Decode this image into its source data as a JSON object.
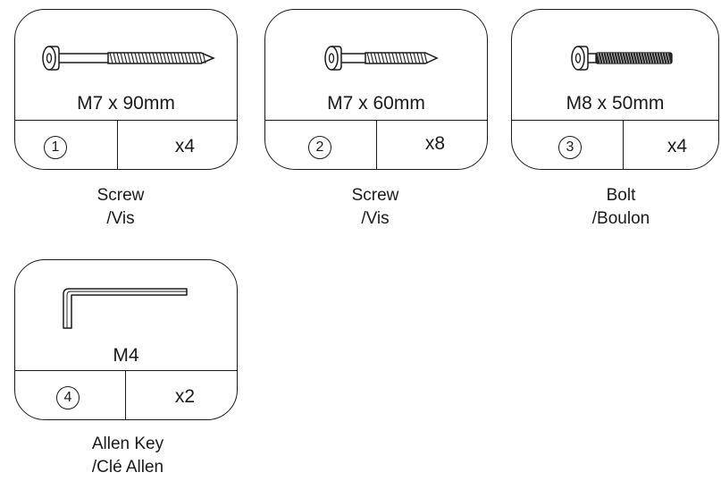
{
  "items": [
    {
      "size": "M7 x 90mm",
      "number": "1",
      "qty": "x4",
      "name_en": "Screw",
      "name_fr": "/Vis",
      "icon": "screw-long-icon"
    },
    {
      "size": "M7 x 60mm",
      "number": "2",
      "qty": "x8",
      "name_en": "Screw",
      "name_fr": "/Vis",
      "icon": "screw-short-icon"
    },
    {
      "size": "M8 x 50mm",
      "number": "3",
      "qty": "x4",
      "name_en": "Bolt",
      "name_fr": "/Boulon",
      "icon": "bolt-icon"
    },
    {
      "size": "M4",
      "number": "4",
      "qty": "x2",
      "name_en": "Allen Key",
      "name_fr": "/Clé Allen",
      "icon": "allen-key-icon"
    }
  ]
}
